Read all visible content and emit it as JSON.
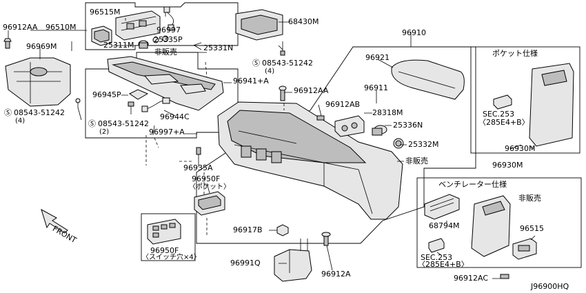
{
  "diagram_id": "J96900HQ",
  "labels": {
    "p96912AA_a": "96912AA",
    "p96510M": "96510M",
    "p96515M": "96515M",
    "p96997": "96997",
    "p68430M": "68430M",
    "p96969M": "96969M",
    "p25311M": "25311M",
    "p25335P": "25335P",
    "p25331N": "25331N",
    "hihanbai_1": "非販売",
    "p08543_a": "08543-51242",
    "p08543_a_qty": "(4)",
    "p96910": "96910",
    "p96921": "96921",
    "p96941A": "96941+A",
    "p96912AA_b": "96912AA",
    "p96911": "96911",
    "p96945P": "96945P",
    "p96944C": "96944C",
    "p08543_b": "08543-51242",
    "p08543_b_qty": "(4)",
    "p08543_c": "08543-51242",
    "p08543_c_qty": "(2)",
    "p96997A": "96997+A",
    "p96912AB": "96912AB",
    "p28318M": "28318M",
    "p25336N": "25336N",
    "p25332M": "25332M",
    "hihanbai_2": "非販売",
    "p96935A": "96935A",
    "p96950F": "96950F",
    "pocket_note": "〈ポケット〉",
    "pocket_spec": "ポケット仕様",
    "sec253_a": "SEC.253",
    "sec253_a_ref": "〈285E4+B〉",
    "p96930M_a": "96930M",
    "p96930M_b": "96930M",
    "ventilator_spec": "ベンチレーター仕様",
    "hihanbai_3": "非販売",
    "p68794M": "68794M",
    "p96515": "96515",
    "sec253_b": "SEC.253",
    "sec253_b_ref": "〈285E4+B〉",
    "p96912AC": "96912AC",
    "p96917B": "96917B",
    "p96991Q": "96991Q",
    "p96912A": "96912A",
    "p96950F_b": "96950F",
    "switch_note": "〈スイッチ穴×4〉",
    "front": "FRONT"
  }
}
